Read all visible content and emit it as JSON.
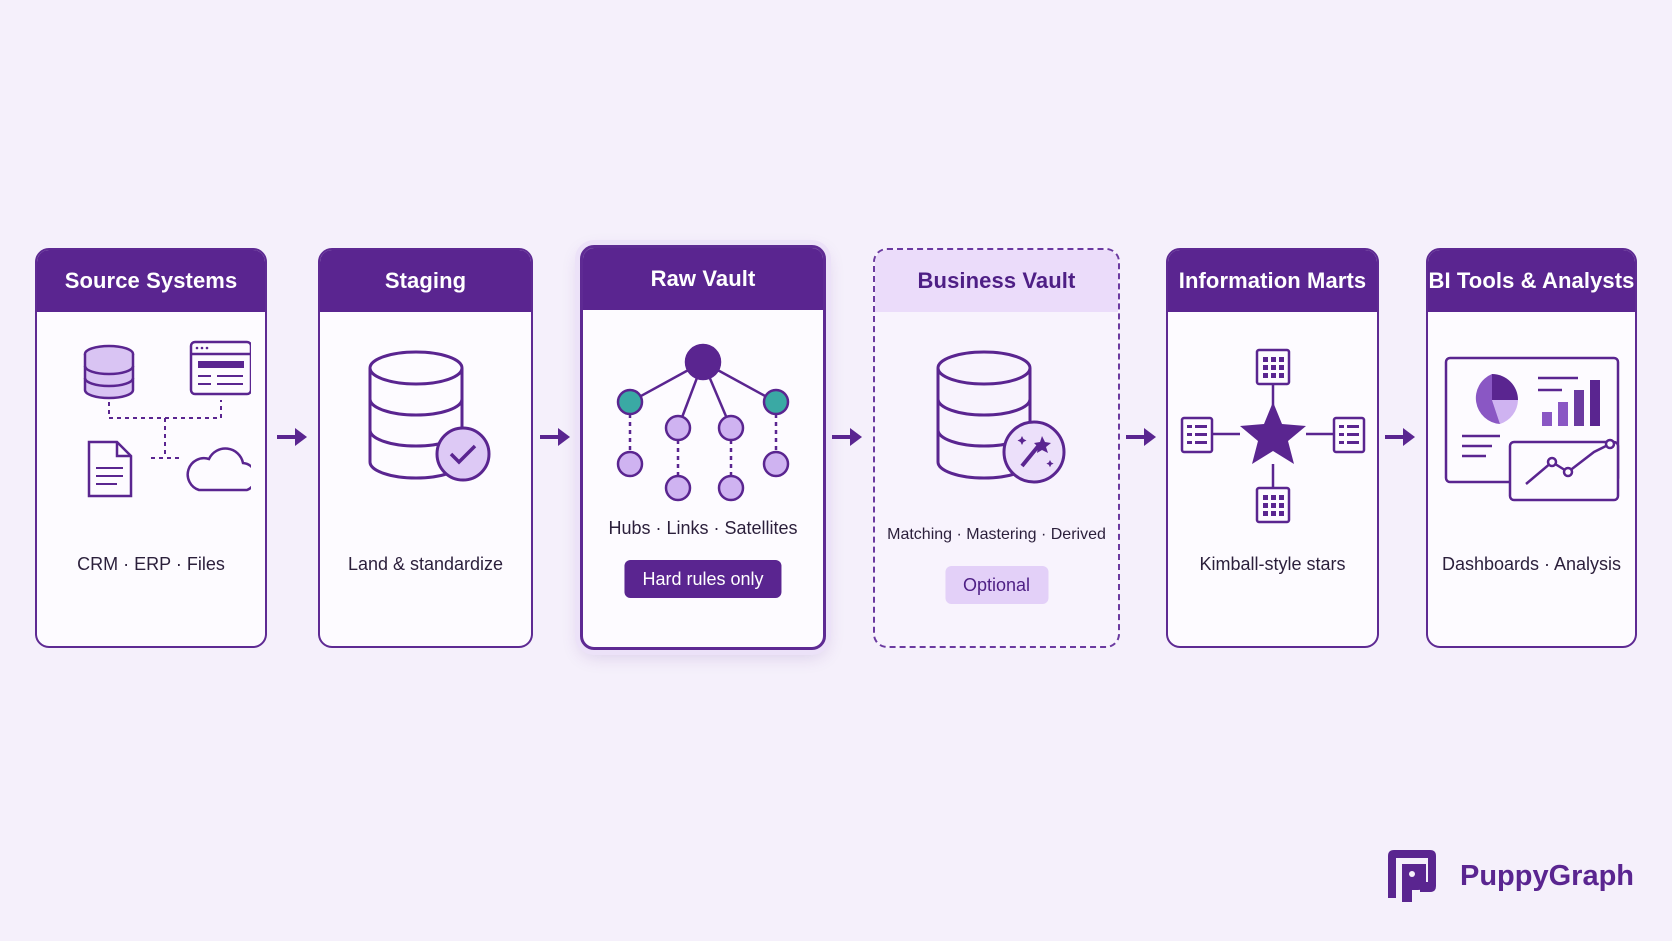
{
  "stages": [
    {
      "title": "Source Systems",
      "caption": "CRM · ERP · Files"
    },
    {
      "title": "Staging",
      "caption": "Land & standardize"
    },
    {
      "title": "Raw Vault",
      "caption": "Hubs · Links · Satellites",
      "badge": "Hard rules only"
    },
    {
      "title": "Business Vault",
      "caption": "Matching · Mastering · Derived",
      "badge": "Optional"
    },
    {
      "title": "Information Marts",
      "caption": "Kimball-style stars"
    },
    {
      "title": "BI Tools & Analysts",
      "caption": "Dashboards · Analysis"
    }
  ],
  "brand": {
    "name": "PuppyGraph"
  },
  "colors": {
    "primary": "#5a2590",
    "accent_teal": "#3aa9a4",
    "light_purple": "#cfb3f1",
    "background": "#f5f0fb"
  },
  "icons": {
    "source": [
      "database-icon",
      "browser-window-icon",
      "document-icon",
      "cloud-icon"
    ],
    "staging": "database-check-icon",
    "raw_vault": "hub-link-satellite-graph-icon",
    "business_vault": "database-magic-wand-icon",
    "information_marts": "star-schema-icon",
    "bi_tools": "dashboard-charts-icon"
  }
}
